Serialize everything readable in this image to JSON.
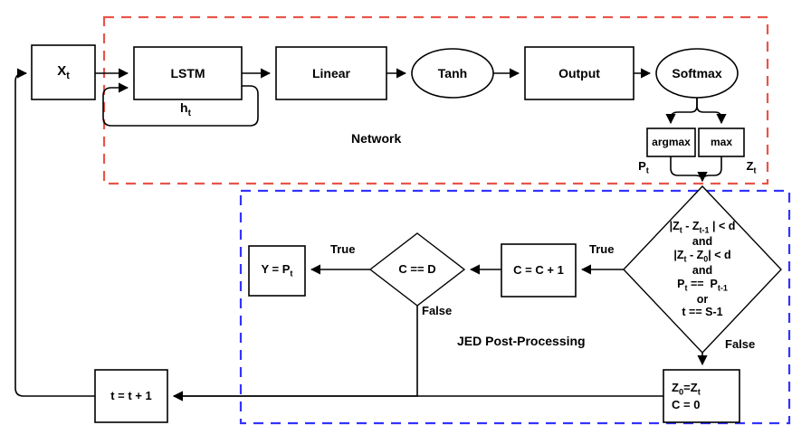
{
  "diagram": {
    "title": "LSTM network with JED post-processing flowchart",
    "groups": [
      {
        "name": "network",
        "label": "Network",
        "border_color": "#e8544a",
        "style": "dashed"
      },
      {
        "name": "jed",
        "label": "JED Post-Processing",
        "border_color": "#3333ff",
        "style": "dashed"
      }
    ],
    "nodes": {
      "input": {
        "label": "X",
        "sub": "t",
        "shape": "rect"
      },
      "lstm": {
        "label": "LSTM",
        "shape": "rect"
      },
      "hidden": {
        "label": "h",
        "sub": "t",
        "shape": "edge-label"
      },
      "linear": {
        "label": "Linear",
        "shape": "rect"
      },
      "tanh": {
        "label": "Tanh",
        "shape": "ellipse"
      },
      "output": {
        "label": "Output",
        "shape": "rect"
      },
      "softmax": {
        "label": "Softmax",
        "shape": "ellipse"
      },
      "argmax": {
        "label": "argmax",
        "shape": "rect"
      },
      "max": {
        "label": "max",
        "shape": "rect"
      },
      "pt": {
        "label": "P",
        "sub": "t",
        "shape": "edge-label"
      },
      "zt": {
        "label": "Z",
        "sub": "t",
        "shape": "edge-label"
      },
      "condition": {
        "shape": "diamond",
        "lines": [
          "|Z_t - Z_t-1 | < d",
          "and",
          "|Z_t - Z_0| < d",
          "and",
          "P_t ==  P_t-1",
          "or",
          "t == S-1"
        ]
      },
      "counter_inc": {
        "label": "C = C + 1",
        "shape": "rect"
      },
      "counter_check": {
        "label": "C == D",
        "shape": "diamond"
      },
      "emit": {
        "label": "Y = P",
        "sub": "t",
        "shape": "rect"
      },
      "reset": {
        "line1": "Z",
        "line1_sub": "0",
        "line1_rest": "=Z",
        "line1_sub2": "t",
        "line2": "C = 0",
        "shape": "rect"
      },
      "time_inc": {
        "label": "t = t + 1",
        "shape": "rect"
      }
    },
    "edge_labels": {
      "cond_true": "True",
      "cond_false": "False",
      "check_true": "True",
      "check_false": "False"
    }
  }
}
